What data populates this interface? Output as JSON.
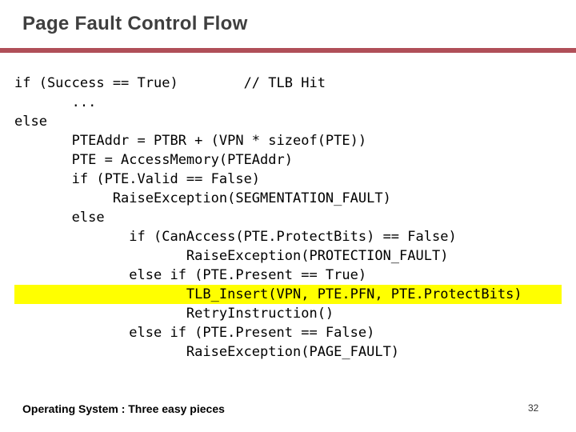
{
  "slide": {
    "title": "Page Fault Control Flow",
    "footer": "Operating System : Three easy pieces",
    "page_number": "32",
    "colors": {
      "title_text": "#3f3f3f",
      "rule": "#b04f58",
      "code_text": "#000000",
      "highlight": "#ffff00",
      "background": "#ffffff"
    },
    "code": {
      "language": "pseudocode",
      "lines": [
        {
          "text": "if (Success == True)        // TLB Hit",
          "highlight": false
        },
        {
          "text": "       ...",
          "highlight": false
        },
        {
          "text": "else",
          "highlight": false
        },
        {
          "text": "       PTEAddr = PTBR + (VPN * sizeof(PTE))",
          "highlight": false
        },
        {
          "text": "       PTE = AccessMemory(PTEAddr)",
          "highlight": false
        },
        {
          "text": "       if (PTE.Valid == False)",
          "highlight": false
        },
        {
          "text": "            RaiseException(SEGMENTATION_FAULT)",
          "highlight": false
        },
        {
          "text": "       else",
          "highlight": false
        },
        {
          "text": "              if (CanAccess(PTE.ProtectBits) == False)",
          "highlight": false
        },
        {
          "text": "                     RaiseException(PROTECTION_FAULT)",
          "highlight": false
        },
        {
          "text": "              else if (PTE.Present == True)",
          "highlight": false
        },
        {
          "text": "                     TLB_Insert(VPN, PTE.PFN, PTE.ProtectBits)",
          "highlight": true
        },
        {
          "text": "                     RetryInstruction()",
          "highlight": false
        },
        {
          "text": "              else if (PTE.Present == False)",
          "highlight": false
        },
        {
          "text": "                     RaiseException(PAGE_FAULT)",
          "highlight": false
        }
      ]
    }
  }
}
